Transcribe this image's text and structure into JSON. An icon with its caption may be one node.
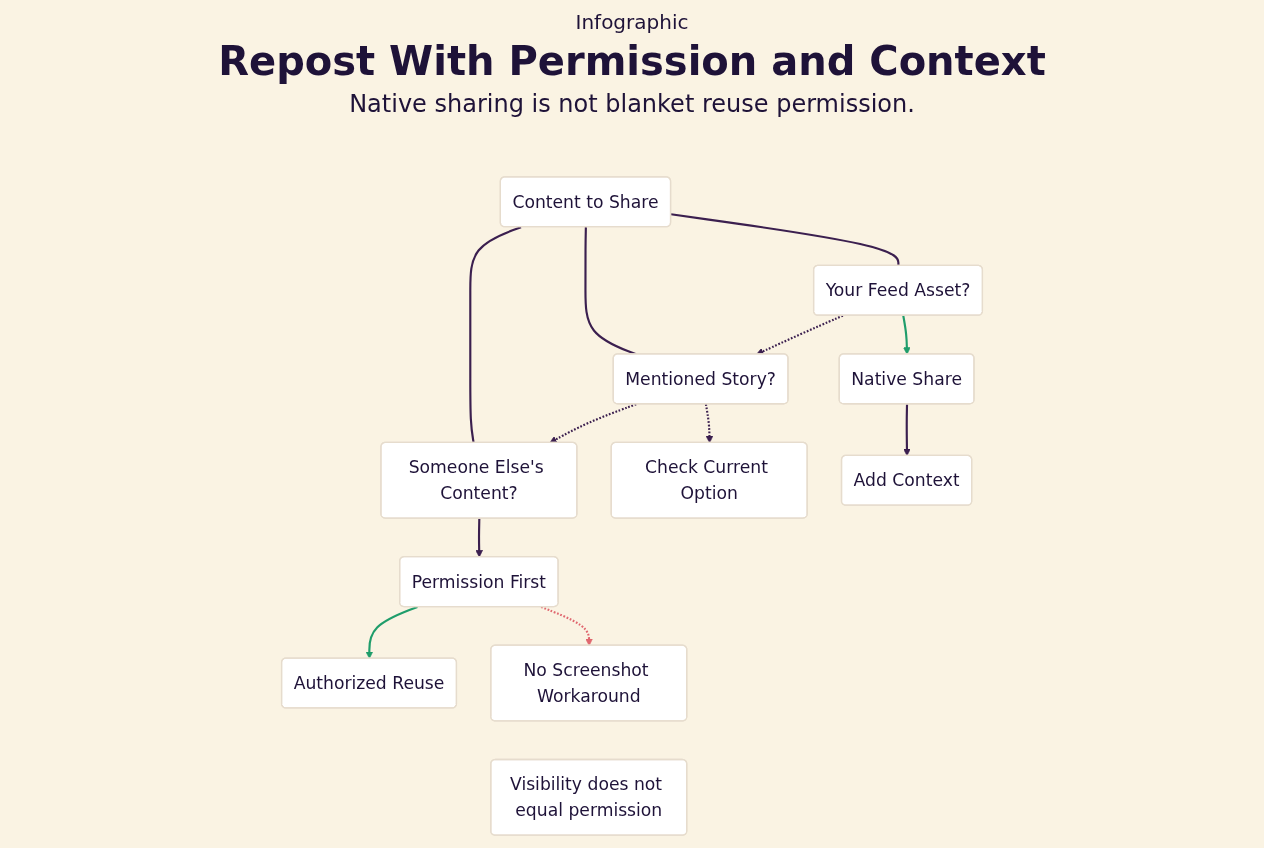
{
  "diagram": {
    "title": "Repost With Permission and Context",
    "nodes": [
      {
        "text": [
          "Content to Share"
        ]
      },
      {
        "text": [
          "Your Feed Asset?"
        ]
      },
      {
        "text": [
          "Mentioned Story?"
        ]
      },
      {
        "text": [
          "Someone Else's Content?"
        ]
      },
      {
        "text": [
          "Native Share"
        ]
      },
      {
        "text": [
          "Check Current Option"
        ]
      },
      {
        "text": [
          "Permission First"
        ]
      },
      {
        "text": [
          "Add Context"
        ]
      },
      {
        "text": [
          "Authorized Reuse"
        ]
      },
      {
        "text": [
          "No Screenshot Workaround"
        ]
      },
      {
        "text": [
          "Visibility does not equal permission"
        ]
      }
    ],
    "edges": [
      {
        "from": 0,
        "to": 1,
        "arrow": "none"
      },
      {
        "from": 0,
        "to": 2,
        "arrow": "none"
      },
      {
        "from": 0,
        "to": 3,
        "arrow": "none"
      },
      {
        "from": 1,
        "to": 2,
        "arrow": "to",
        "style": "dashed"
      },
      {
        "from": 2,
        "to": 3,
        "arrow": "to",
        "style": "dashed"
      },
      {
        "from": 1,
        "to": 4,
        "arrow": "to",
        "color": "#1f9d6b"
      },
      {
        "from": 2,
        "to": 5,
        "arrow": "to",
        "style": "dashed"
      },
      {
        "from": 3,
        "to": 6,
        "arrow": "to"
      },
      {
        "from": 4,
        "to": 7,
        "arrow": "to"
      },
      {
        "from": 6,
        "to": 8,
        "arrow": "to",
        "color": "#1f9d6b"
      },
      {
        "from": 6,
        "to": 9,
        "arrow": "to",
        "style": "dashed",
        "color": "#e06870"
      }
    ],
    "labels": [
      "Infographic",
      "Native sharing is not blanket reuse permission."
    ]
  }
}
